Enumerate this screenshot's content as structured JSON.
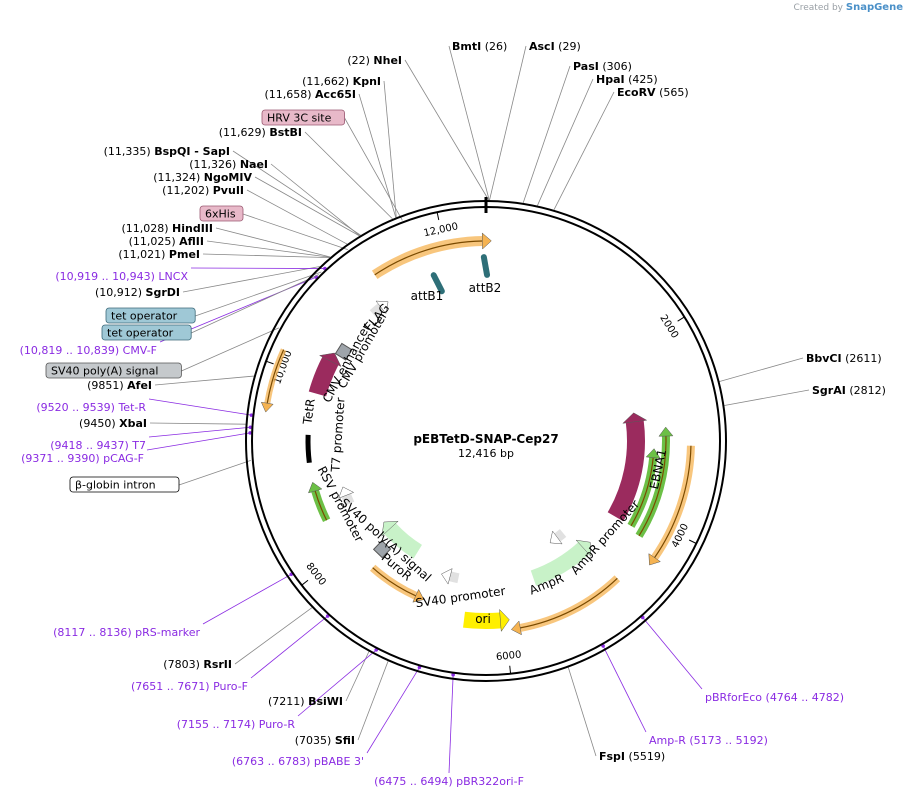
{
  "credit": {
    "prefix": "Created by",
    "brand": "SnapGene"
  },
  "plasmid": {
    "name": "pEBTetD-SNAP-Cep27",
    "length": 12416,
    "length_label": "12,416 bp"
  },
  "colors": {
    "purple": "#8a2be2",
    "maroon": "#9b2b5e",
    "orange": "#f5b352",
    "green": "#6cc046",
    "yellow": "#ffef00",
    "lightgreen": "#c8f2c8",
    "gray": "#9ea4aa",
    "teal": "#2e6f78",
    "pink": "#e8b9c9",
    "steel": "#9fc8d6"
  },
  "ticks": [
    {
      "bp": 2000,
      "label": "2000"
    },
    {
      "bp": 4000,
      "label": "4000"
    },
    {
      "bp": 6000,
      "label": "6000"
    },
    {
      "bp": 8000,
      "label": "8000"
    },
    {
      "bp": 10000,
      "label": "10,000"
    },
    {
      "bp": 12000,
      "label": "12,000"
    }
  ],
  "sites": [
    {
      "name": "NheI",
      "pos": "(22)",
      "bp": 22,
      "side": "left"
    },
    {
      "name": "BmtI",
      "pos": "(26)",
      "bp": 26,
      "side": "left"
    },
    {
      "name": "AscI",
      "pos": "(29)",
      "bp": 29,
      "side": "right"
    },
    {
      "name": "PasI",
      "pos": "(306)",
      "bp": 306,
      "side": "right"
    },
    {
      "name": "HpaI",
      "pos": "(425)",
      "bp": 425,
      "side": "right"
    },
    {
      "name": "EcoRV",
      "pos": "(565)",
      "bp": 565,
      "side": "right"
    },
    {
      "name": "BbvCI",
      "pos": "(2611)",
      "bp": 2611,
      "side": "right"
    },
    {
      "name": "SgrAI",
      "pos": "(2812)",
      "bp": 2812,
      "side": "right"
    },
    {
      "name": "FspI",
      "pos": "(5519)",
      "bp": 5519,
      "side": "right"
    },
    {
      "name": "SfiI",
      "pos": "(7035)",
      "bp": 7035,
      "side": "left"
    },
    {
      "name": "BsiWI",
      "pos": "(7211)",
      "bp": 7211,
      "side": "left"
    },
    {
      "name": "RsrII",
      "pos": "(7803)",
      "bp": 7803,
      "side": "left"
    },
    {
      "name": "XbaI",
      "pos": "(9450)",
      "bp": 9450,
      "side": "left"
    },
    {
      "name": "AfeI",
      "pos": "(9851)",
      "bp": 9851,
      "side": "left"
    },
    {
      "name": "SgrDI",
      "pos": "(10,912)",
      "bp": 10912,
      "side": "left"
    },
    {
      "name": "PmeI",
      "pos": "(11,021)",
      "bp": 11021,
      "side": "left"
    },
    {
      "name": "AflII",
      "pos": "(11,025)",
      "bp": 11025,
      "side": "left"
    },
    {
      "name": "HindIII",
      "pos": "(11,028)",
      "bp": 11028,
      "side": "left"
    },
    {
      "name": "PvuII",
      "pos": "(11,202)",
      "bp": 11202,
      "side": "left"
    },
    {
      "name": "NgoMIV",
      "pos": "(11,324)",
      "bp": 11324,
      "side": "left"
    },
    {
      "name": "NaeI",
      "pos": "(11,326)",
      "bp": 11326,
      "side": "left"
    },
    {
      "name": "BspQI",
      "pos": "(11,335)",
      "bp": 11335,
      "side": "left",
      "extra": " - SapI"
    },
    {
      "name": "BstBI",
      "pos": "(11,629)",
      "bp": 11629,
      "side": "left"
    },
    {
      "name": "Acc65I",
      "pos": "(11,658)",
      "bp": 11658,
      "side": "left"
    },
    {
      "name": "KpnI",
      "pos": "(11,662)",
      "bp": 11662,
      "side": "left"
    }
  ],
  "primers": [
    {
      "name": "pBRforEco",
      "range": "(4764 .. 4782)",
      "bp": 4773,
      "side": "right"
    },
    {
      "name": "Amp-R",
      "range": "(5173 .. 5192)",
      "bp": 5182,
      "side": "right"
    },
    {
      "name": "pBR322ori-F",
      "range": "(6475 .. 6494)",
      "bp": 6484,
      "side": "left"
    },
    {
      "name": "pBABE 3'",
      "range": "(6763 .. 6783)",
      "bp": 6773,
      "side": "left"
    },
    {
      "name": "Puro-R",
      "range": "(7155 .. 7174)",
      "bp": 7164,
      "side": "left"
    },
    {
      "name": "Puro-F",
      "range": "(7651 .. 7671)",
      "bp": 7661,
      "side": "left"
    },
    {
      "name": "pRS-marker",
      "range": "(8117 .. 8136)",
      "bp": 8126,
      "side": "left"
    },
    {
      "name": "pCAG-F",
      "range": "(9371 .. 9390)",
      "bp": 9380,
      "side": "left"
    },
    {
      "name": "T7",
      "range": "(9418 .. 9437)",
      "bp": 9427,
      "side": "left"
    },
    {
      "name": "Tet-R",
      "range": "(9520 .. 9539)",
      "bp": 9529,
      "side": "left"
    },
    {
      "name": "CMV-F",
      "range": "(10,819 .. 10,839)",
      "bp": 10829,
      "side": "left"
    },
    {
      "name": "LNCX",
      "range": "(10,919 .. 10,943)",
      "bp": 10931,
      "side": "left"
    }
  ],
  "boxed_labels": [
    {
      "text": "HRV 3C site",
      "style": "pink",
      "bp": 11700
    },
    {
      "text": "6xHis",
      "style": "pink",
      "bp": 11180
    },
    {
      "text": "tet operator",
      "style": "steel",
      "bp": 10890
    },
    {
      "text": "tet operator",
      "style": "steel",
      "bp": 10860
    },
    {
      "text": "SV40 poly(A) signal",
      "style": "gray",
      "bp": 10300
    },
    {
      "text": "β-globin intron",
      "style": "white",
      "bp": 9150
    }
  ],
  "inner_labels": {
    "ebna1": "EBNA1",
    "tetr": "TetR",
    "ori": "ori",
    "ampr": "AmpR",
    "ampr_promoter": "AmpR promoter",
    "sv40_promoter": "SV40 promoter",
    "puror": "PuroR",
    "sv40_polya": "SV40 poly(A) signal",
    "rsv_promoter": "RSV promoter",
    "t7_promoter": "T7 promoter",
    "cmv_enhancer": "CMV enhancer",
    "cmv_promoter": "CMV promoter",
    "flag": "FLAG",
    "attb1": "attB1",
    "attb2": "attB2"
  }
}
